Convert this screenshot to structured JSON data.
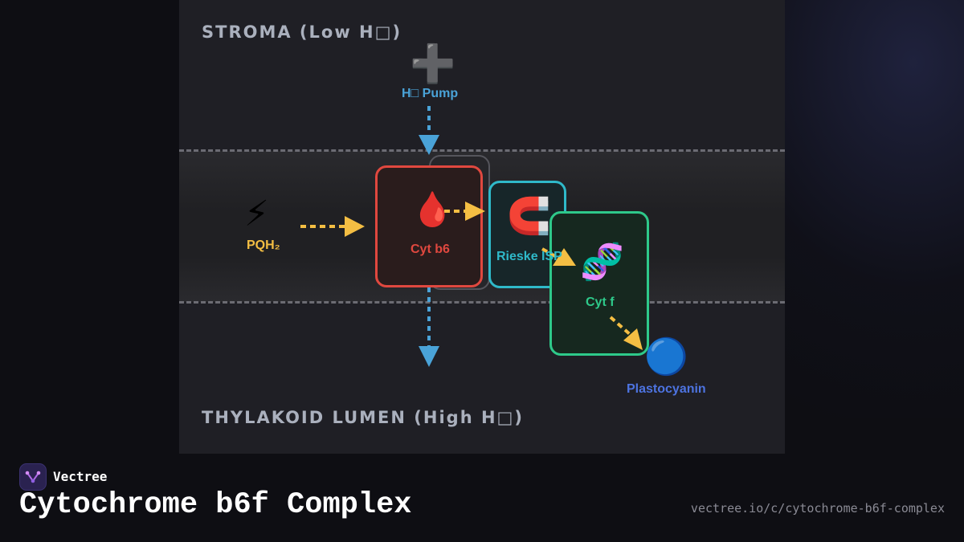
{
  "diagram": {
    "stroma_label": "STROMA (Low H□)",
    "lumen_label": "THYLAKOID LUMEN (High H□)",
    "nodes": {
      "pump": {
        "icon": "plus-icon",
        "glyph": "➕",
        "label": "H□ Pump"
      },
      "pqh2": {
        "icon": "lightning-icon",
        "glyph": "⚡",
        "label": "PQH₂"
      },
      "cytb6": {
        "icon": "drop-of-blood-icon",
        "glyph": "🩸",
        "label": "Cyt b6"
      },
      "rieske": {
        "icon": "magnet-icon",
        "glyph": "🧲",
        "label": "Rieske ISP"
      },
      "cytf": {
        "icon": "dna-icon",
        "glyph": "🧬",
        "label": "Cyt f"
      },
      "plastocyanin": {
        "icon": "blue-circle-icon",
        "glyph": "🔵",
        "label": "Plastocyanin"
      }
    },
    "colors": {
      "electron_flow": "#f4be43",
      "proton_flow": "#4aa3d8",
      "cytb6": "#e0483f",
      "rieske": "#2fb9c9",
      "cytf": "#2ec98a",
      "plastocyanin": "#4d73e0"
    }
  },
  "footer": {
    "brand": "Vectree",
    "title": "Cytochrome b6f Complex",
    "url": "vectree.io/c/cytochrome-b6f-complex"
  }
}
